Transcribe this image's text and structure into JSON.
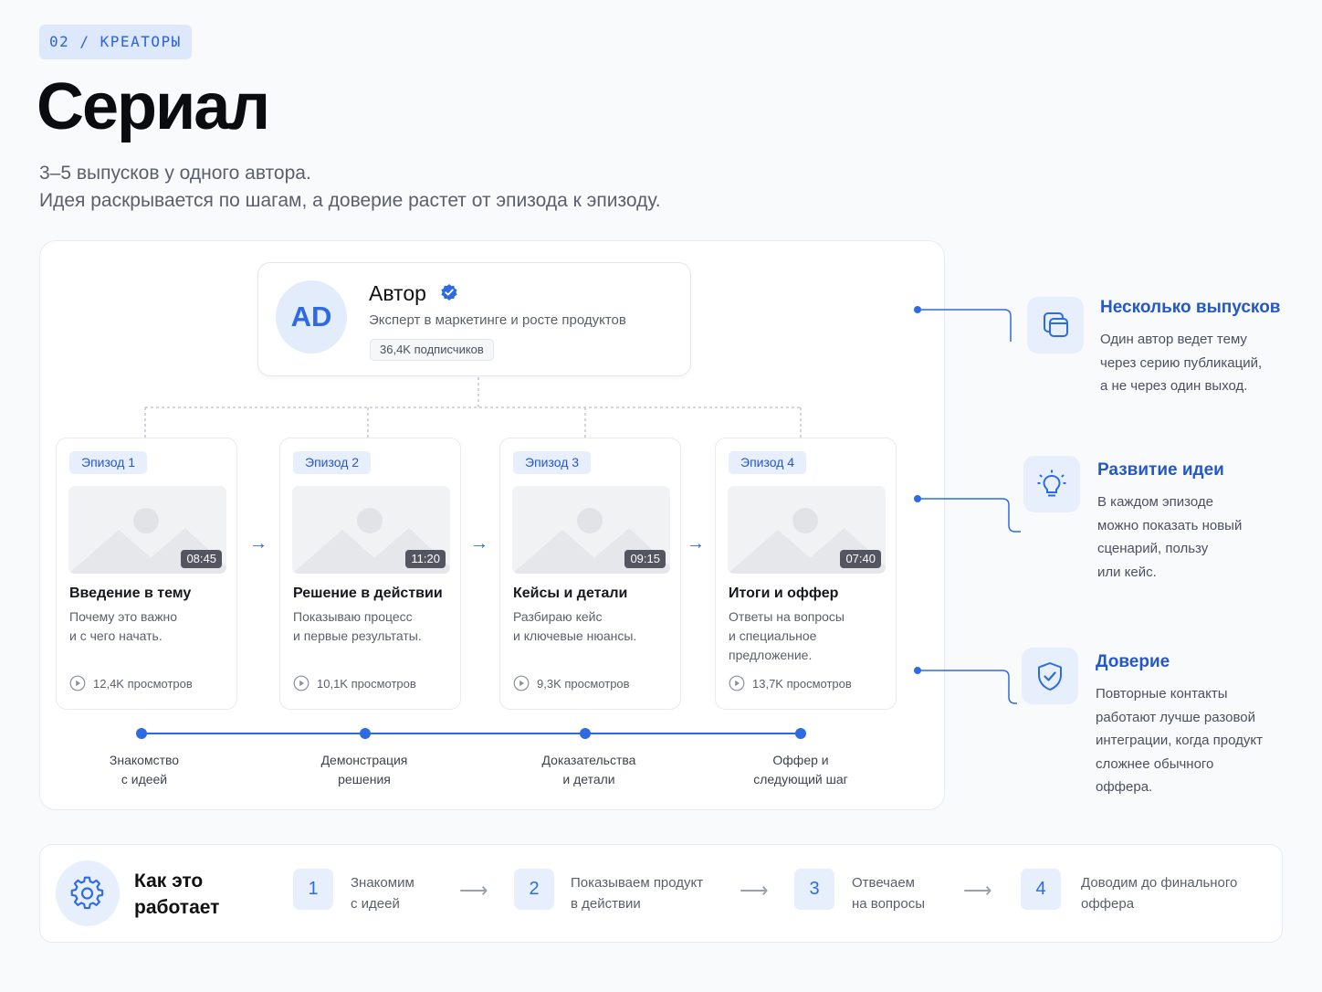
{
  "header": {
    "tag": "02  /  КРЕАТОРЫ",
    "title": "Сериал",
    "subtitle_line1": "3–5 выпусков у одного автора.",
    "subtitle_line2": "Идея раскрывается по шагам, а доверие растет от эпизода к эпизоду."
  },
  "author": {
    "initials": "AD",
    "name": "Автор",
    "description": "Эксперт в маркетинге и росте продуктов",
    "subscribers": "36,4K подписчиков",
    "verified_icon": "verified-check-icon"
  },
  "episodes": [
    {
      "badge": "Эпизод 1",
      "duration": "08:45",
      "title": "Введение в тему",
      "desc_line1": "Почему это важно",
      "desc_line2": "и с чего начать.",
      "desc_line3": "",
      "views": "12,4K просмотров"
    },
    {
      "badge": "Эпизод 2",
      "duration": "11:20",
      "title": "Решение в действии",
      "desc_line1": "Показываю процесс",
      "desc_line2": "и первые результаты.",
      "desc_line3": "",
      "views": "10,1K просмотров"
    },
    {
      "badge": "Эпизод 3",
      "duration": "09:15",
      "title": "Кейсы и детали",
      "desc_line1": "Разбираю кейс",
      "desc_line2": "и ключевые нюансы.",
      "desc_line3": "",
      "views": "9,3K просмотров"
    },
    {
      "badge": "Эпизод 4",
      "duration": "07:40",
      "title": "Итоги и оффер",
      "desc_line1": "Ответы на вопросы",
      "desc_line2": "и специальное",
      "desc_line3": "предложение.",
      "views": "13,7K просмотров"
    }
  ],
  "timeline": [
    {
      "line1": "Знакомство",
      "line2": "с идеей"
    },
    {
      "line1": "Демонстрация",
      "line2": "решения"
    },
    {
      "line1": "Доказательства",
      "line2": "и детали"
    },
    {
      "line1": "Оффер и",
      "line2": "следующий шаг"
    }
  ],
  "features": [
    {
      "icon": "layers-icon",
      "title": "Несколько выпусков",
      "lines": [
        "Один автор ведет тему",
        "через серию публикаций,",
        "а не через один выход."
      ]
    },
    {
      "icon": "lightbulb-icon",
      "title": "Развитие идеи",
      "lines": [
        "В каждом эпизоде",
        "можно показать новый",
        "сценарий, пользу",
        "или кейс."
      ]
    },
    {
      "icon": "shield-check-icon",
      "title": "Доверие",
      "lines": [
        "Повторные контакты",
        "работают лучше разовой",
        "интеграции, когда продукт",
        "сложнее обычного",
        "оффера."
      ]
    }
  ],
  "how_it_works": {
    "title_line1": "Как это",
    "title_line2": "работает",
    "steps": [
      {
        "num": "1",
        "line1": "Знакомим",
        "line2": "с идеей"
      },
      {
        "num": "2",
        "line1": "Показываем продукт",
        "line2": "в действии"
      },
      {
        "num": "3",
        "line1": "Отвечаем",
        "line2": "на вопросы"
      },
      {
        "num": "4",
        "line1": "Доводим до финального",
        "line2": "оффера"
      }
    ]
  },
  "colors": {
    "accent": "#2d6be4",
    "accent_dark": "#2457c8",
    "accent_light": "#e7effc",
    "text": "#1b1e26",
    "muted": "#5a5f6b"
  }
}
